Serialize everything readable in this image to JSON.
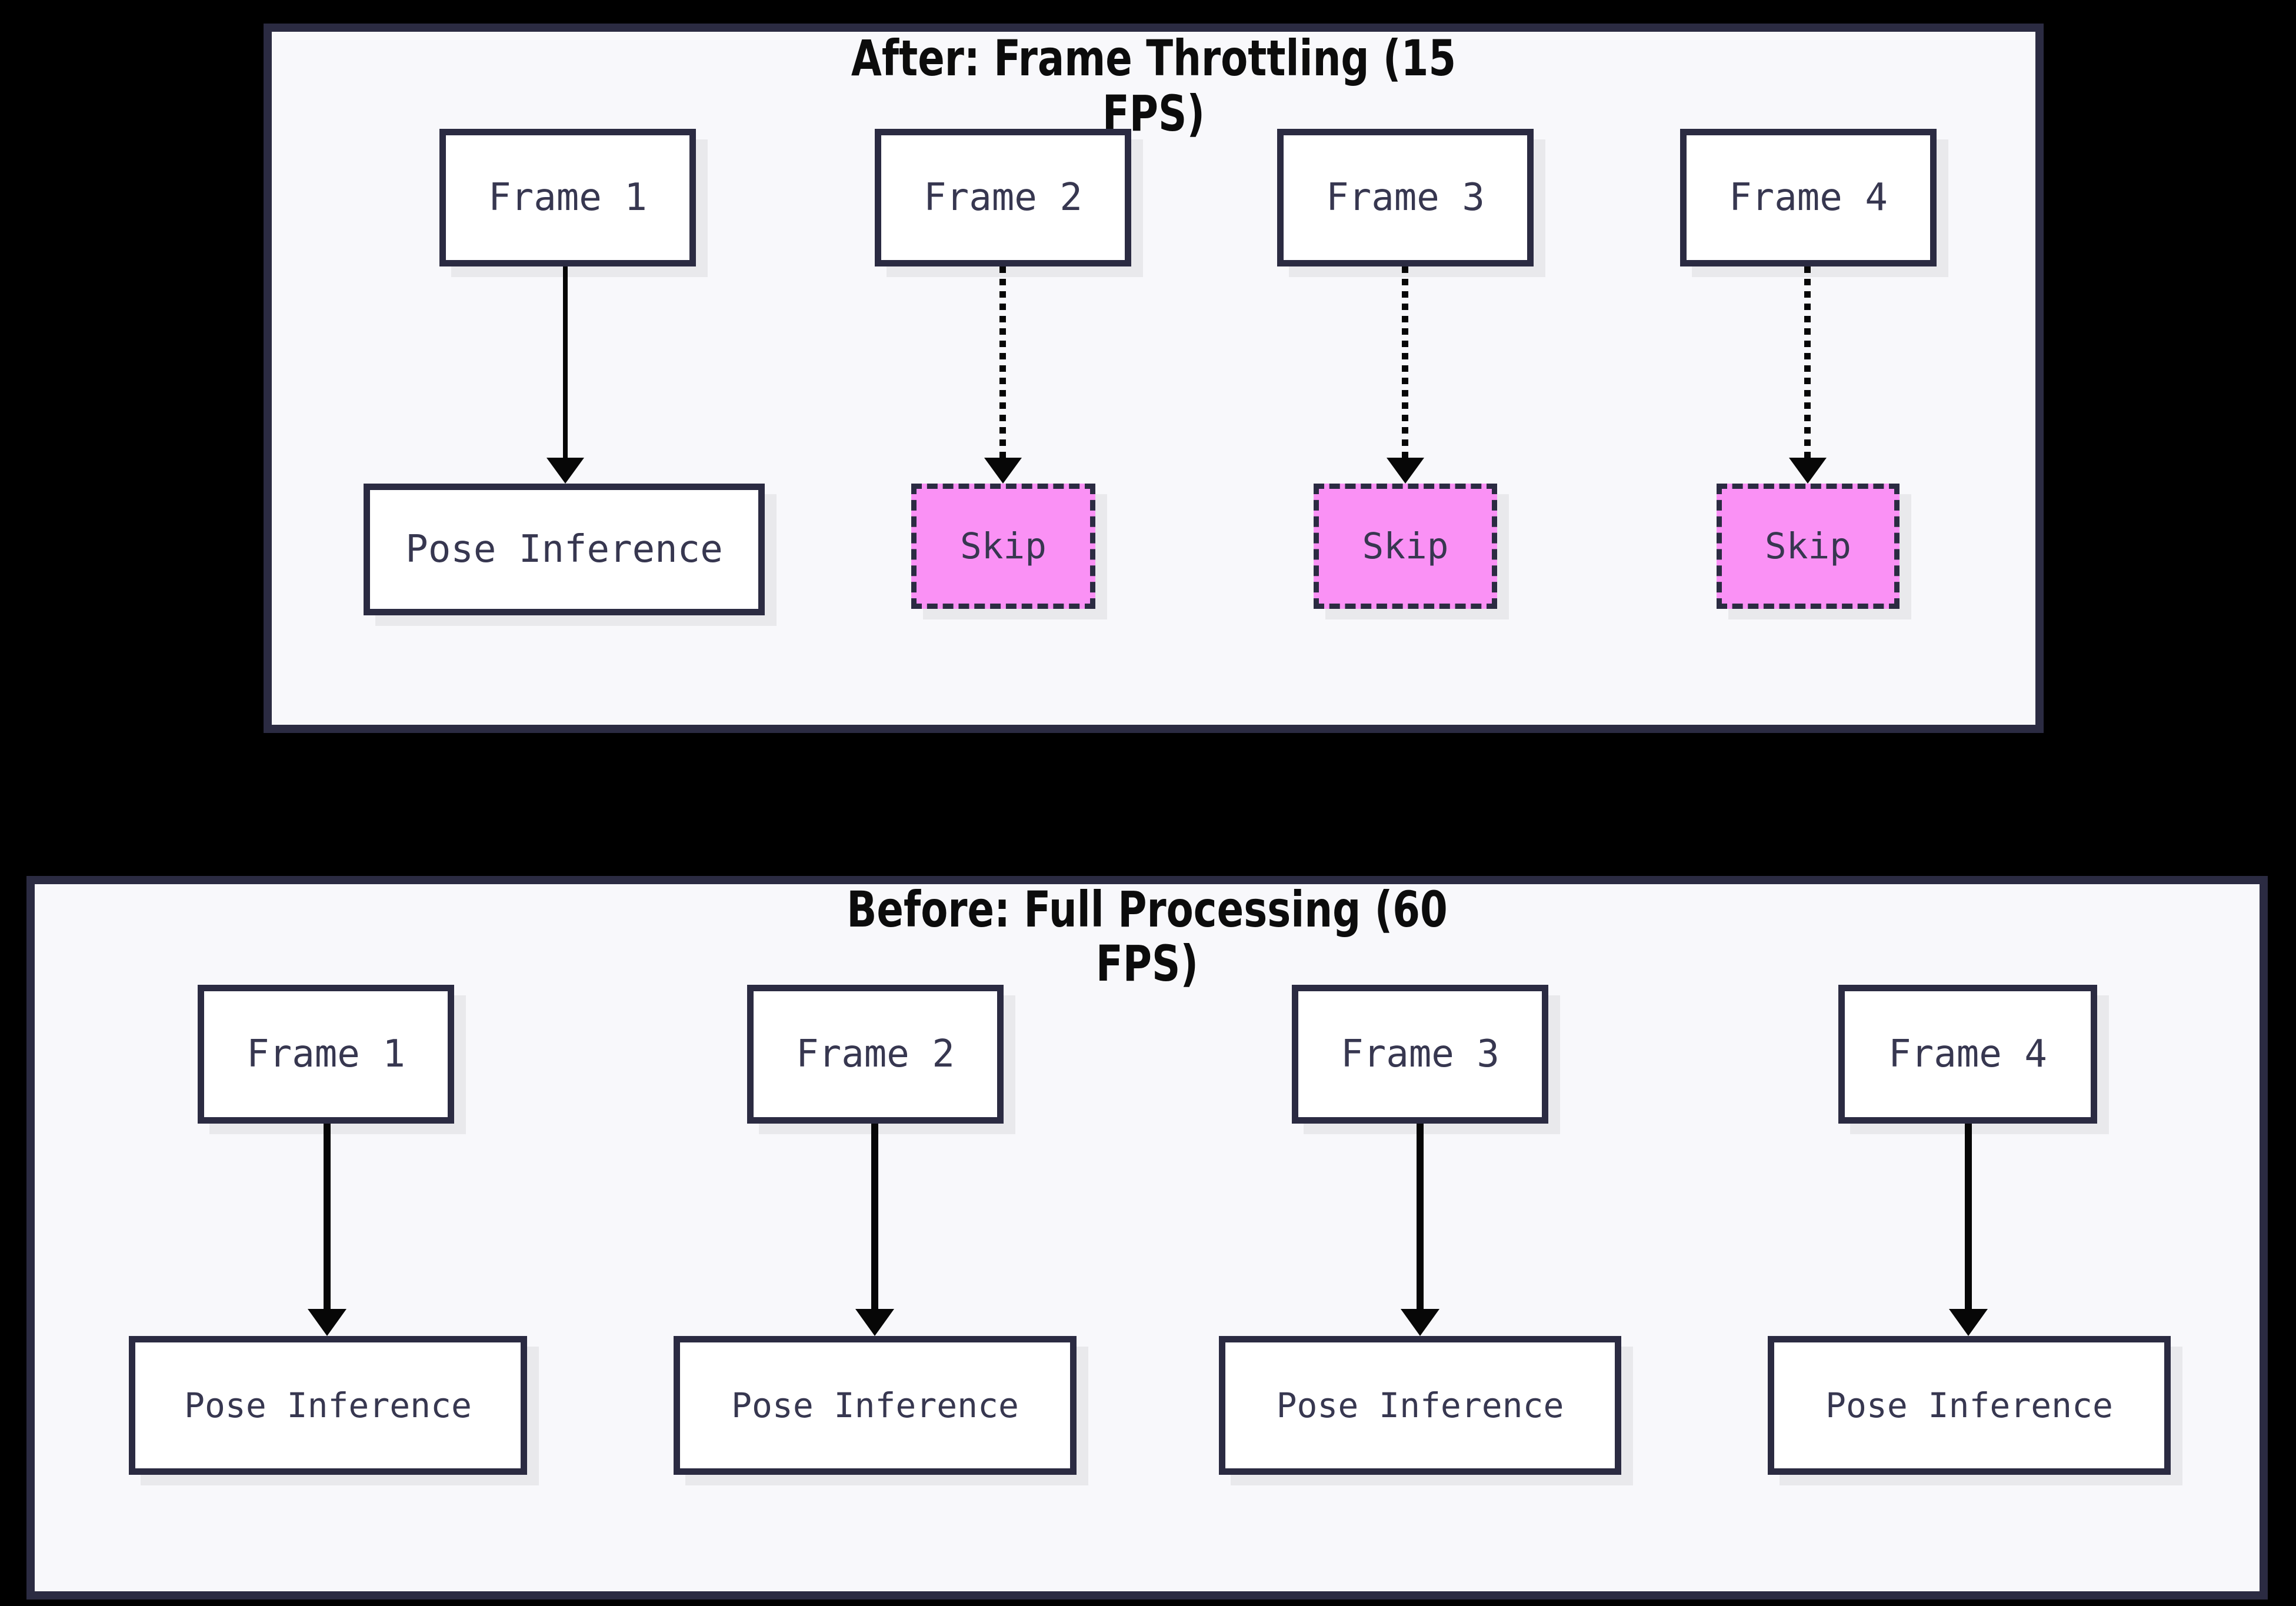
{
  "after": {
    "title_line1": "After: Frame Throttling (15",
    "title_line2": "FPS)",
    "frames": [
      "Frame 1",
      "Frame 2",
      "Frame 3",
      "Frame 4"
    ],
    "pose_label": "Pose Inference",
    "skips": [
      "Skip",
      "Skip",
      "Skip"
    ]
  },
  "before": {
    "title_line1": "Before: Full Processing (60",
    "title_line2": "FPS)",
    "frames": [
      "Frame 1",
      "Frame 2",
      "Frame 3",
      "Frame 4"
    ],
    "pose_labels": [
      "Pose Inference",
      "Pose Inference",
      "Pose Inference",
      "Pose Inference"
    ]
  },
  "colors": {
    "background": "#000000",
    "panel_bg": "#F8F8FB",
    "border_navy": "#2B2B42",
    "node_bg": "#FFFFFF",
    "skip_pink": "#FA91F5",
    "node_text": "#373750",
    "title_text": "#0C0C0C",
    "shadow": "#E9E9EC",
    "arrow": "#070707"
  }
}
